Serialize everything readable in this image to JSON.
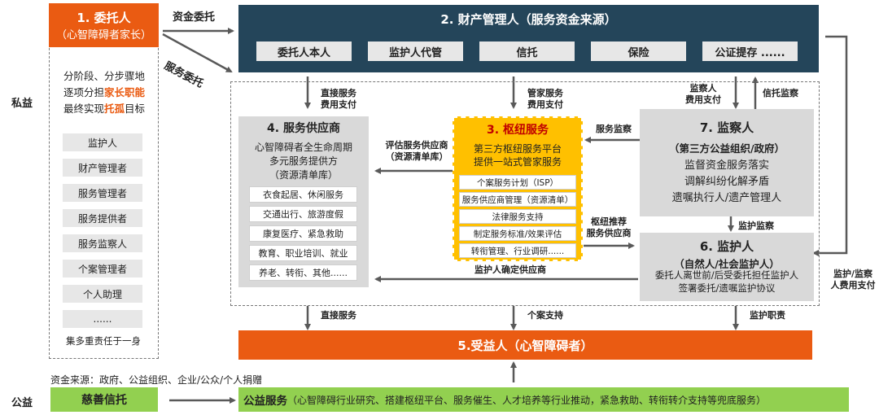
{
  "left": {
    "side_private": "私益",
    "side_public": "公益",
    "client_title": "1. 委托人",
    "client_sub": "（心智障碍者家长）",
    "desc_l1": "分阶段、分步骤地",
    "desc_l2a": "逐项分担",
    "desc_l2b": "家长职能",
    "desc_l3a": "最终实现",
    "desc_l3b": "托孤",
    "desc_l3c": "目标",
    "roles": [
      "监护人",
      "财产管理者",
      "服务管理者",
      "服务提供者",
      "服务监察人",
      "个案管理者",
      "个人助理",
      "......"
    ],
    "footer": "集多重责任于一身"
  },
  "edges": {
    "fund_entrust": "资金委托",
    "service_entrust": "服务委托",
    "direct_fee_1": "直接服务",
    "direct_fee_2": "费用支付",
    "steward_fee_1": "管家服务",
    "steward_fee_2": "费用支付",
    "supervisor_fee_1": "监察人",
    "supervisor_fee_2": "费用支付",
    "trust_supervision": "信托监察",
    "service_supervision": "服务监察",
    "assess_1": "评估服务供应商",
    "assess_2": "（资源清单库）",
    "guardian_supervision": "监护监察",
    "hub_recommend_1": "枢纽推荐",
    "hub_recommend_2": "服务供应商",
    "guardian_confirm": "监护人确定供应商",
    "guardian_fee_1": "监护/监察",
    "guardian_fee_2": "人费用支付",
    "direct_service": "直接服务",
    "case_support": "个案支持",
    "guardian_duty": "监护职责"
  },
  "property_manager": {
    "title": "2. 财产管理人（服务资金来源）",
    "items": [
      "委托人本人",
      "监护人代管",
      "信托",
      "保险",
      "公证提存 ......"
    ]
  },
  "service_provider": {
    "title": "4. 服务供应商",
    "sub1": "心智障碍者全生命周期",
    "sub2": "多元服务提供方",
    "sub3": "（资源清单库）",
    "items": [
      "衣食起居、休闲服务",
      "交通出行、旅游度假",
      "康复医疗、紧急救助",
      "教育、职业培训、就业",
      "养老、转衔、其他......"
    ]
  },
  "hub": {
    "title": "3. 枢纽服务",
    "sub1": "第三方枢纽服务平台",
    "sub2": "提供一站式管家服务",
    "items": [
      "个案服务计划（ISP）",
      "服务供应商管理（资源清单）",
      "法律服务支持",
      "制定服务标准/效果评估",
      "转衔管理、行业调研......"
    ]
  },
  "supervisor": {
    "title": "7. 监察人",
    "sub": "（第三方公益组织/政府）",
    "l1": "监督资金服务落实",
    "l2": "调解纠纷化解矛盾",
    "l3": "遗嘱执行人/遗产管理人"
  },
  "guardian": {
    "title": "6. 监护人",
    "sub": "（自然人/社会监护人）",
    "l1": "委托人离世前/后受委托担任监护人",
    "l2": "签署委托/遗嘱监护协议"
  },
  "beneficiary": {
    "title": "5.受益人（心智障碍者）"
  },
  "bottom": {
    "funding_sources": "资金来源：政府、公益组织、企业/公众/个人捐赠",
    "charity_trust": "慈善信托",
    "public_service_label": "公益服务",
    "public_service_desc": "（心智障碍行业研究、搭建枢纽平台、服务催生、人才培养等行业推动，紧急救助、转衔转介支持等兜底服务）"
  }
}
